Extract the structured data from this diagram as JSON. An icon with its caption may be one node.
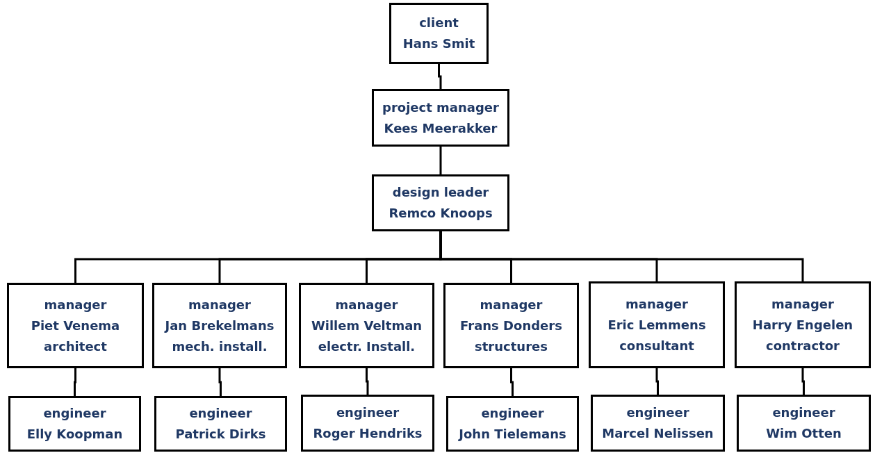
{
  "diagram": {
    "nodes": [
      {
        "text": [
          "client",
          "Hans Smit"
        ]
      },
      {
        "text": [
          "project manager",
          "Kees Meerakker"
        ]
      },
      {
        "text": [
          "design leader",
          "Remco Knoops"
        ]
      },
      {
        "text": [
          "manager",
          "Piet Venema",
          "architect"
        ]
      },
      {
        "text": [
          "manager",
          "Jan Brekelmans",
          "mech. install."
        ]
      },
      {
        "text": [
          "manager",
          "Willem Veltman",
          "electr. Install."
        ]
      },
      {
        "text": [
          "manager",
          "Frans Donders",
          "structures"
        ]
      },
      {
        "text": [
          "manager",
          "Eric Lemmens",
          "consultant"
        ]
      },
      {
        "text": [
          "manager",
          "Harry Engelen",
          "contractor"
        ]
      },
      {
        "text": [
          "engineer",
          "Elly Koopman"
        ]
      },
      {
        "text": [
          "engineer",
          "Patrick Dirks"
        ]
      },
      {
        "text": [
          "engineer",
          "Roger Hendriks"
        ]
      },
      {
        "text": [
          "engineer",
          "John Tielemans"
        ]
      },
      {
        "text": [
          "engineer",
          "Marcel Nelissen"
        ]
      },
      {
        "text": [
          "engineer",
          "Wim Otten"
        ]
      }
    ],
    "edges": [
      {
        "from": 0,
        "to": 1,
        "arrow": "none"
      },
      {
        "from": 1,
        "to": 2,
        "arrow": "none"
      },
      {
        "from": 2,
        "to": 3,
        "arrow": "none"
      },
      {
        "from": 2,
        "to": 4,
        "arrow": "none"
      },
      {
        "from": 2,
        "to": 5,
        "arrow": "none"
      },
      {
        "from": 2,
        "to": 6,
        "arrow": "none"
      },
      {
        "from": 2,
        "to": 7,
        "arrow": "none"
      },
      {
        "from": 2,
        "to": 8,
        "arrow": "none"
      },
      {
        "from": 3,
        "to": 9,
        "arrow": "none"
      },
      {
        "from": 4,
        "to": 10,
        "arrow": "none"
      },
      {
        "from": 5,
        "to": 11,
        "arrow": "none"
      },
      {
        "from": 6,
        "to": 12,
        "arrow": "none"
      },
      {
        "from": 7,
        "to": 13,
        "arrow": "none"
      },
      {
        "from": 8,
        "to": 14,
        "arrow": "none"
      }
    ]
  }
}
